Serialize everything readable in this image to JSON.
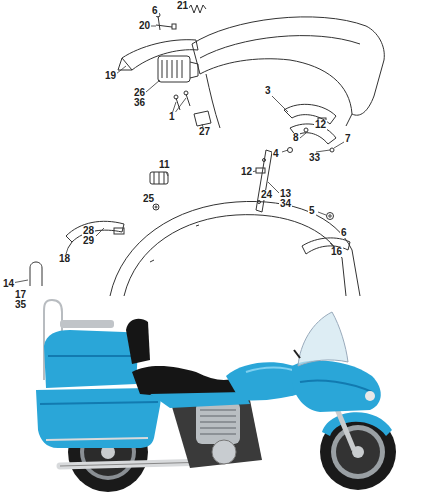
{
  "diagram": {
    "labels": [
      "21",
      "6",
      "20",
      "19",
      "26",
      "36",
      "1",
      "27",
      "3",
      "12",
      "8",
      "4",
      "33",
      "7",
      "12",
      "24",
      "13",
      "34",
      "11",
      "25",
      "5",
      "6",
      "28",
      "29",
      "18",
      "16",
      "14",
      "17",
      "35"
    ]
  }
}
